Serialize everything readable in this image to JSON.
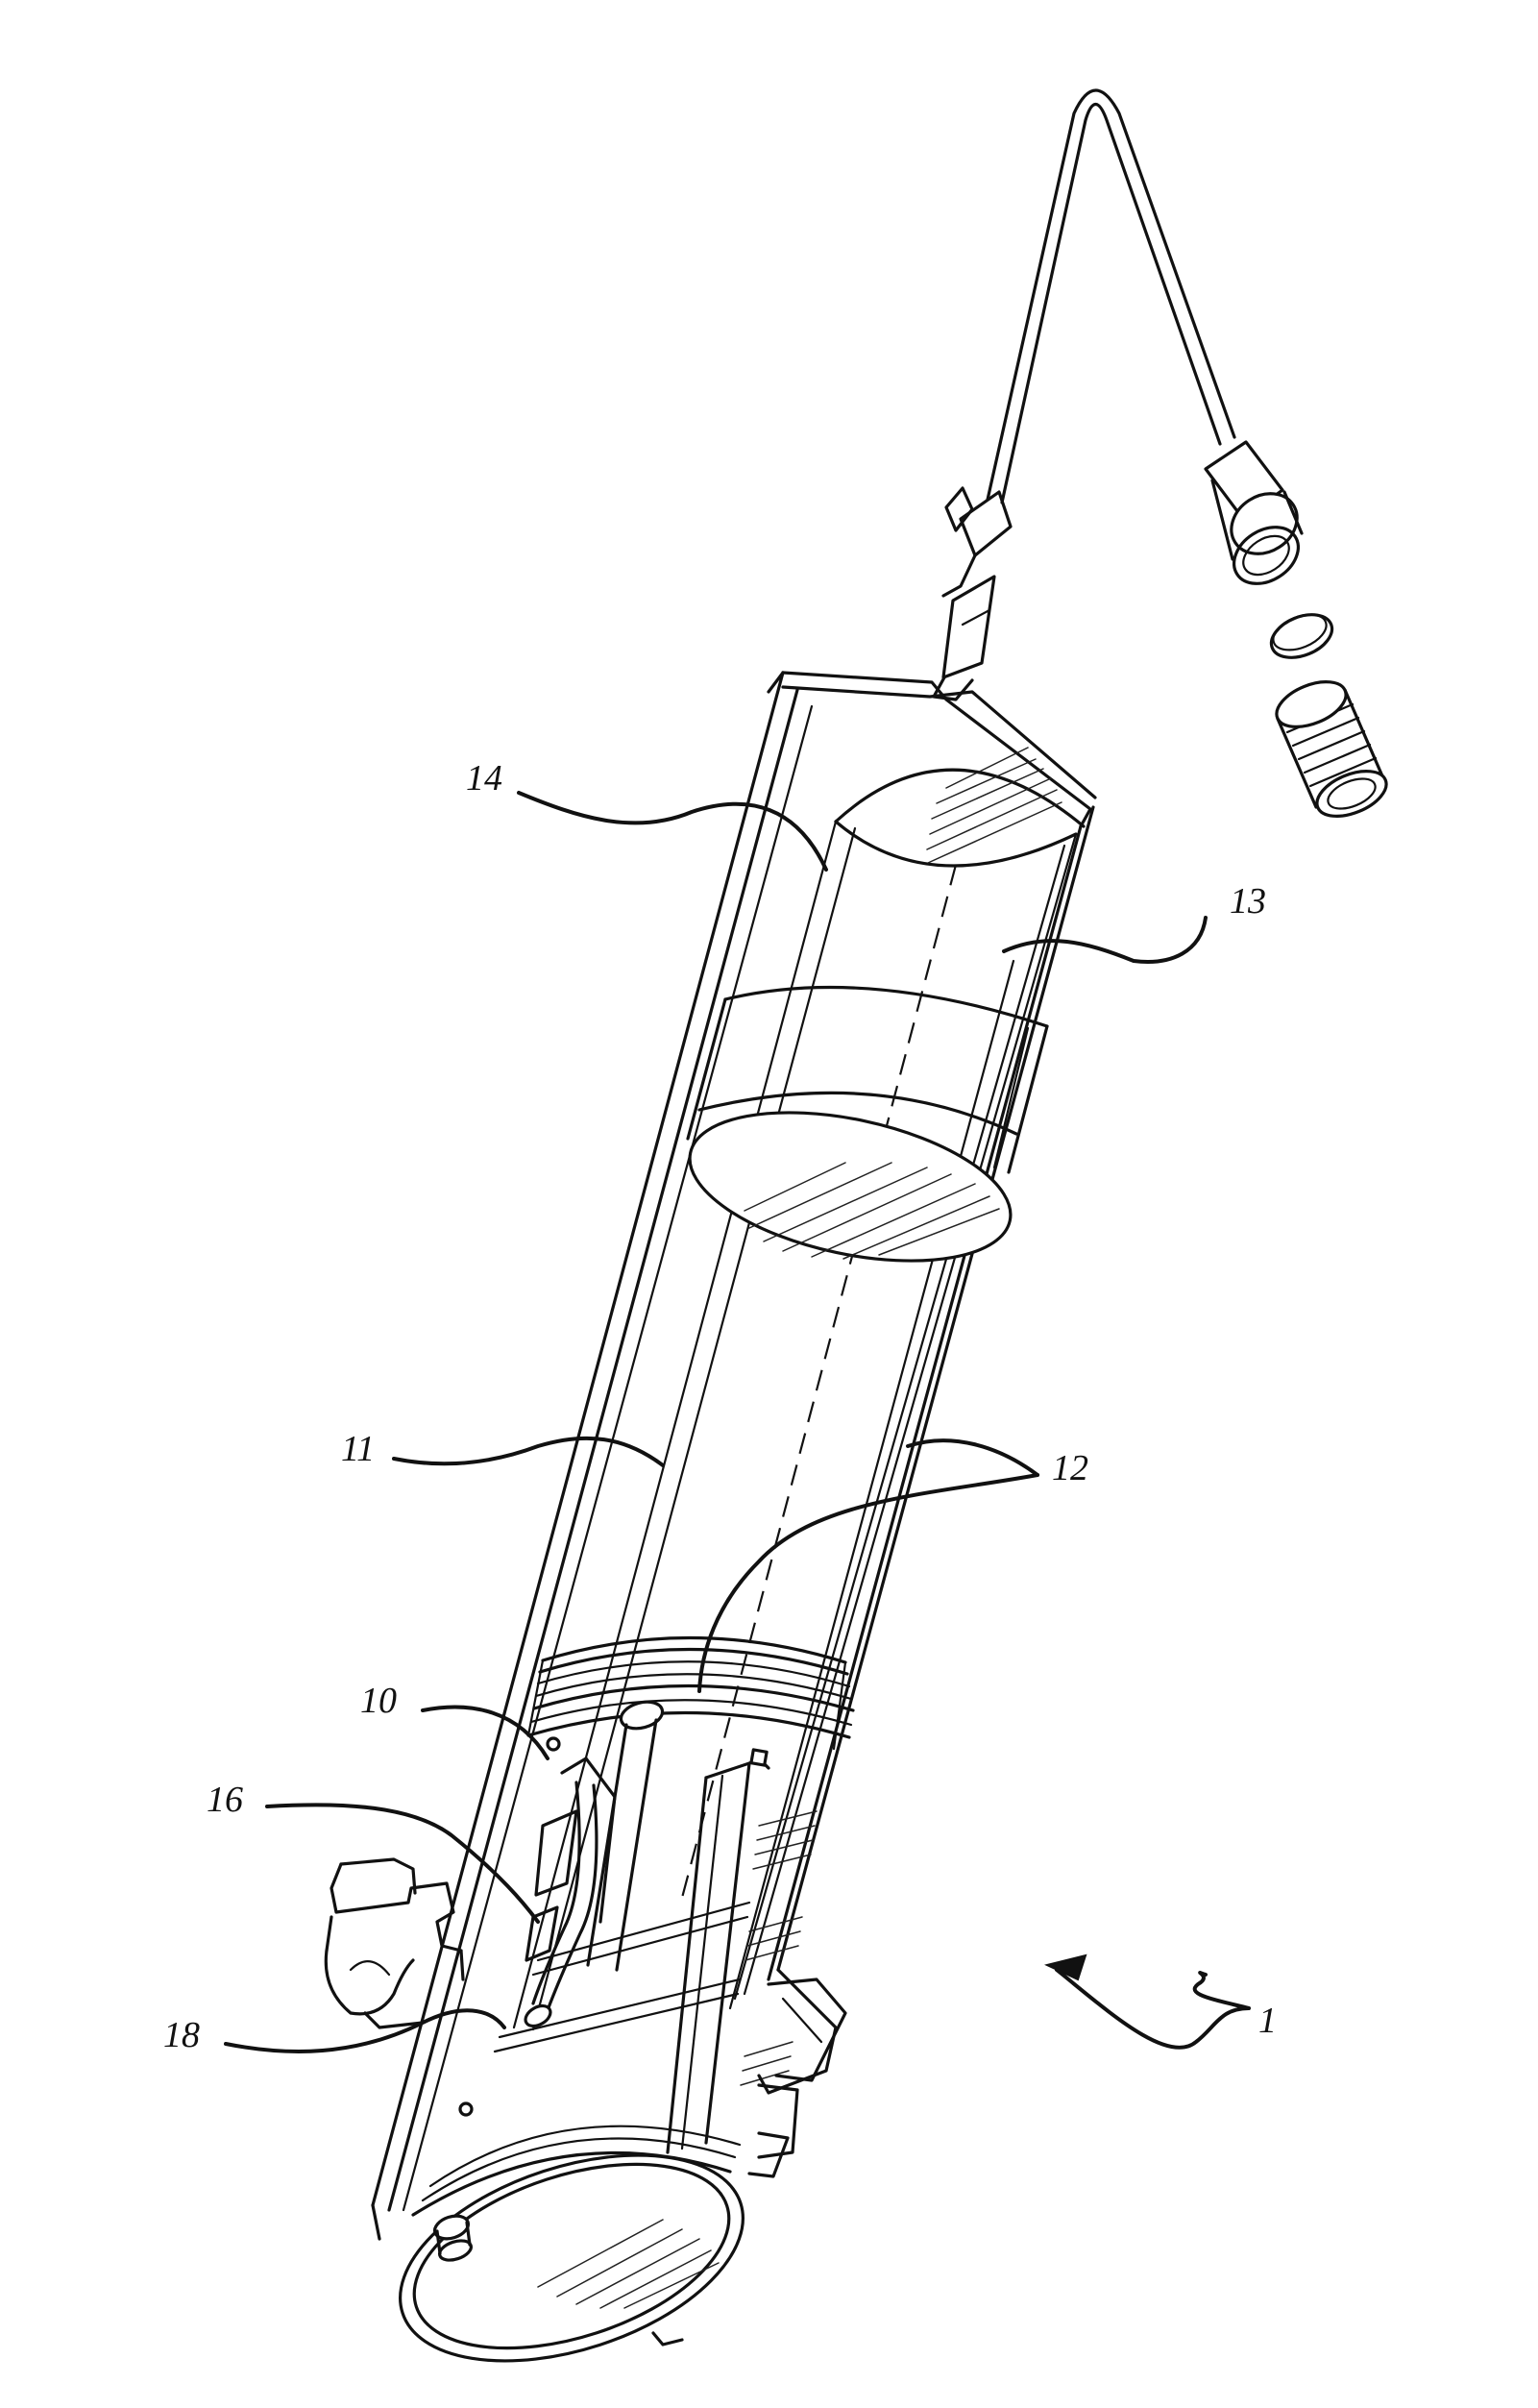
{
  "figure": {
    "labels": {
      "ref_1": "1",
      "ref_10": "10",
      "ref_11": "11",
      "ref_12": "12",
      "ref_13": "13",
      "ref_14": "14",
      "ref_16": "16",
      "ref_18": "18"
    },
    "colors": {
      "ink": "#111111",
      "background": "#ffffff"
    }
  }
}
